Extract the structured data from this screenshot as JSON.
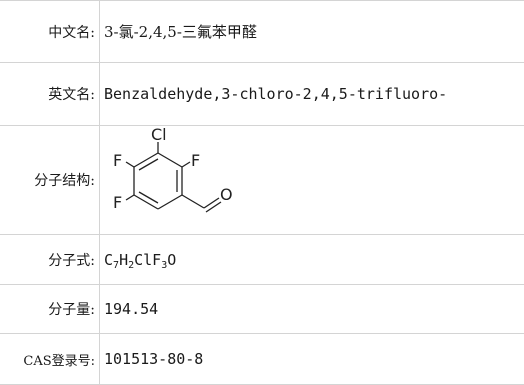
{
  "rows": {
    "chinese_name": {
      "label": "中文名:",
      "value": "3-氯-2,4,5-三氟苯甲醛"
    },
    "english_name": {
      "label": "英文名:",
      "value": "Benzaldehyde,3-chloro-2,4,5-trifluoro-"
    },
    "structure": {
      "label": "分子结构:",
      "atoms": {
        "cl": "Cl",
        "f_left": "F",
        "f_right": "F",
        "f_bottom": "F",
        "o": "O"
      }
    },
    "formula": {
      "label": "分子式:",
      "parts": [
        "C",
        "7",
        "H",
        "2",
        "ClF",
        "3",
        "O"
      ]
    },
    "molecular_weight": {
      "label": "分子量:",
      "value": "194.54"
    },
    "cas": {
      "label": "CAS登录号:",
      "value": "101513-80-8"
    }
  }
}
